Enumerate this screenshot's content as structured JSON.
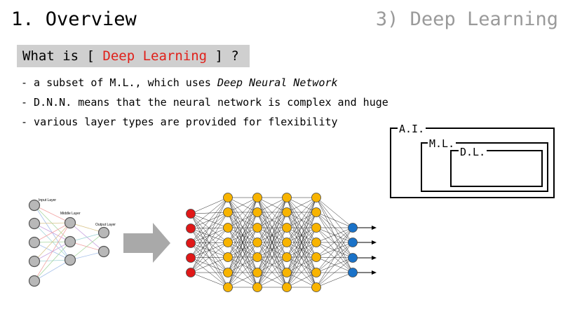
{
  "header": {
    "title": "1. Overview",
    "section": "3) Deep Learning"
  },
  "question": {
    "prefix": "What is [ ",
    "highlight": "Deep Learning",
    "suffix": " ] ?",
    "highlight_color": "#e0201a"
  },
  "bullets": [
    {
      "text": "- a subset of M.L., which uses ",
      "emphasis": "Deep Neural Network"
    },
    {
      "text": "- D.N.N. means that the neural network is complex and huge"
    },
    {
      "text": "- various layer types are provided for flexibility"
    }
  ],
  "nested_sets": {
    "outer": "A.I.",
    "middle": "M.L.",
    "inner": "D.L."
  },
  "small_network": {
    "input_label": "Input Layer",
    "middle_label": "Middle Layer",
    "output_label": "Output Layer",
    "layer_sizes": [
      5,
      3,
      2
    ],
    "node_color": "#b8b8b8"
  },
  "deep_network": {
    "layer_sizes": [
      5,
      7,
      7,
      7,
      7,
      4
    ],
    "input_color": "#e01818",
    "hidden_color": "#f8b400",
    "output_color": "#1a72c8"
  },
  "arrow_icon": "right-arrow-icon"
}
